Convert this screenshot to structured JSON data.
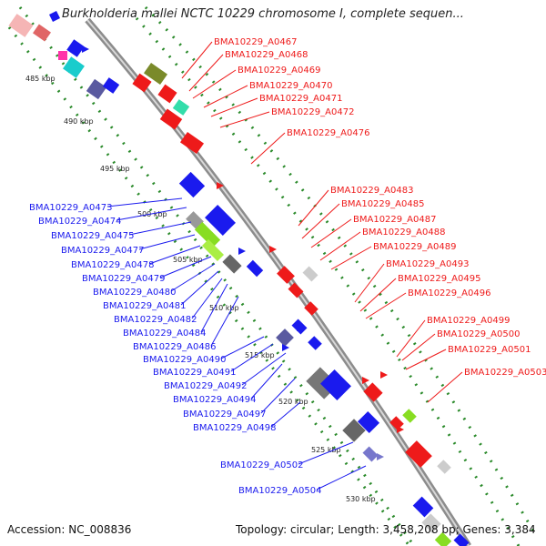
{
  "header": {
    "title": "Burkholderia mallei NCTC 10229 chromosome I, complete sequen..."
  },
  "footer": {
    "accession": "Accession: NC_008836",
    "topology": "Topology: circular; Length: 3,458,208 bp; Genes: 3,384"
  },
  "colors": {
    "forward_gene": "#1a1aee",
    "reverse_gene": "#ee1a1a",
    "backbone": "#8c8c8c",
    "tick_minor": "#2a8a2a",
    "tick_major": "#1a6e1a"
  },
  "scale": {
    "labels": [
      "485 kbp",
      "490 kbp",
      "495 kbp",
      "500 kbp",
      "505 kbp",
      "510 kbp",
      "515 kbp",
      "520 kbp",
      "525 kbp",
      "530 kbp"
    ]
  },
  "genes_forward": [
    "BMA10229_A0473",
    "BMA10229_A0474",
    "BMA10229_A0475",
    "BMA10229_A0477",
    "BMA10229_A0478",
    "BMA10229_A0479",
    "BMA10229_A0480",
    "BMA10229_A0481",
    "BMA10229_A0482",
    "BMA10229_A0484",
    "BMA10229_A0486",
    "BMA10229_A0490",
    "BMA10229_A0491",
    "BMA10229_A0492",
    "BMA10229_A0494",
    "BMA10229_A0497",
    "BMA10229_A0498",
    "BMA10229_A0502",
    "BMA10229_A0504"
  ],
  "genes_reverse": [
    "BMA10229_A0467",
    "BMA10229_A0468",
    "BMA10229_A0469",
    "BMA10229_A0470",
    "BMA10229_A0471",
    "BMA10229_A0472",
    "BMA10229_A0476",
    "BMA10229_A0483",
    "BMA10229_A0485",
    "BMA10229_A0487",
    "BMA10229_A0488",
    "BMA10229_A0489",
    "BMA10229_A0493",
    "BMA10229_A0495",
    "BMA10229_A0496",
    "BMA10229_A0499",
    "BMA10229_A0500",
    "BMA10229_A0501",
    "BMA10229_A0503"
  ]
}
